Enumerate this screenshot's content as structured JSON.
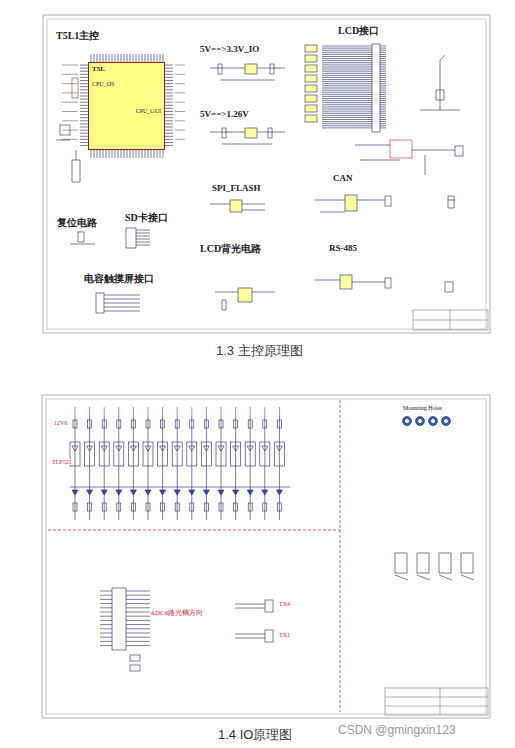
{
  "diagram": {
    "nodes": [
      {
        "text": [
          "T5L",
          "CPU_OS",
          "CPU_GUI"
        ]
      }
    ],
    "labels": [
      "T5L1主控",
      "5V==>3.3V_IO",
      "5V==>1.26V",
      "LCD接口",
      "SPI_FLASH",
      "CAN",
      "复位电路",
      "SD卡接口",
      "LCD背光电路",
      "RS-485",
      "电容触摸屏接口",
      "1.3 主控原理图",
      "12V6",
      "TLP521",
      "Mounting Holes",
      "ADC6路光耦方向",
      "TX4",
      "TX1",
      "1.4 IO原理图",
      "CSDN @gmingxin123"
    ]
  }
}
